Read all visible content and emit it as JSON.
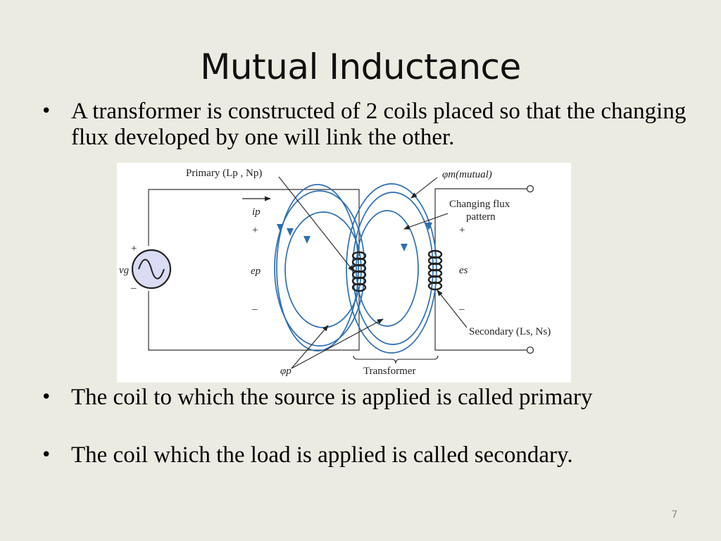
{
  "slide": {
    "title": "Mutual Inductance",
    "page_number": "7",
    "bullets": [
      {
        "marker": "•",
        "text": "A transformer is constructed of 2 coils placed so that the changing flux developed by one will link the other."
      },
      {
        "marker": "•",
        "text": "The coil to which the source is applied is called primary"
      },
      {
        "marker": "•",
        "text": "The coil which the load is applied is called secondary."
      }
    ]
  },
  "diagram": {
    "primary_label": "Primary (Lp , Np)",
    "phi_m_label": "φm(mutual)",
    "changing_flux_line1": "Changing flux",
    "changing_flux_line2": "pattern",
    "ip_label": "ip",
    "plus": "+",
    "minus": "–",
    "vg_label": "vg",
    "ep_label": "ep",
    "es_label": "es",
    "secondary_label": "Secondary (Ls, Ns)",
    "phi_p_label": "φp",
    "transformer_label": "Transformer",
    "flux_color": "#2d6fb3",
    "source_fill": "#d9dcf2"
  }
}
